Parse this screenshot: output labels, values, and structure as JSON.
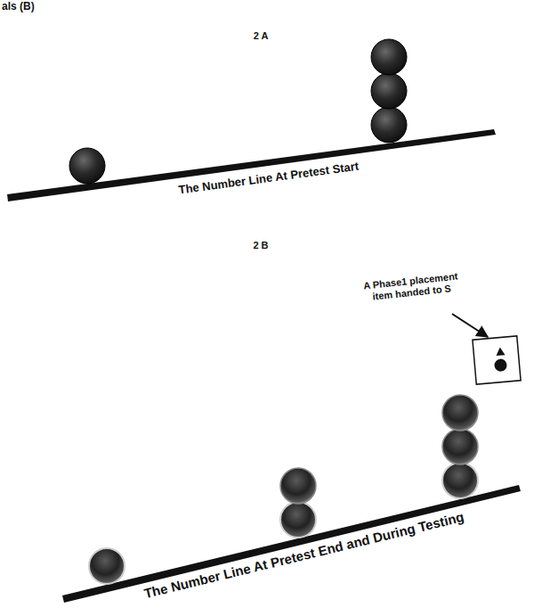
{
  "diagram": {
    "labels": [
      "als (B)",
      "2 A",
      "The Number Line At Pretest Start",
      "2 B",
      "A Phase1 placement item handed to S",
      "The Number Line At Pretest End and During Testing"
    ]
  }
}
